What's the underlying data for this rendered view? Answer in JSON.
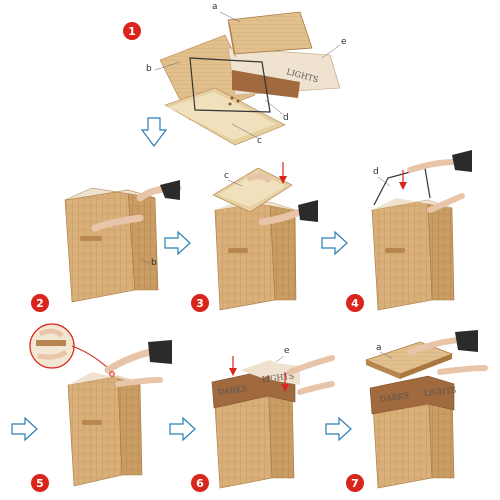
{
  "colors": {
    "badge": "#d9251c",
    "bamboo": "#d9b07a",
    "bamboo_dark": "#b8864f",
    "bamboo_stripe": "#c79a60",
    "liner": "#efe3cf",
    "liner_brown": "#a06a3e",
    "arrow_outline": "#2a7db5",
    "red_arrow": "#d9251c",
    "skin": "#e8c4a8",
    "sleeve": "#2b2b2b"
  },
  "steps": [
    {
      "number": "1"
    },
    {
      "number": "2"
    },
    {
      "number": "3"
    },
    {
      "number": "4"
    },
    {
      "number": "5"
    },
    {
      "number": "6"
    },
    {
      "number": "7"
    }
  ],
  "labels": {
    "a_top": "a",
    "b_top": "b",
    "c_top": "c",
    "d_top": "d",
    "e_top": "e",
    "b_step2": "b",
    "c_step3": "c",
    "d_step4": "d",
    "e_step6": "e",
    "a_step7": "a"
  },
  "bag_text": {
    "lights": "LIGHTS",
    "darks": "DARKS",
    "lights_step6": "LIGHTS",
    "darks_step7": "DARKS",
    "lights_step7": "LIGHTS"
  },
  "icons": {
    "flow_arrow": "outline-arrow-icon",
    "down_arrow": "outline-down-arrow-icon",
    "red_arrow": "red-pointer-arrow-icon"
  }
}
